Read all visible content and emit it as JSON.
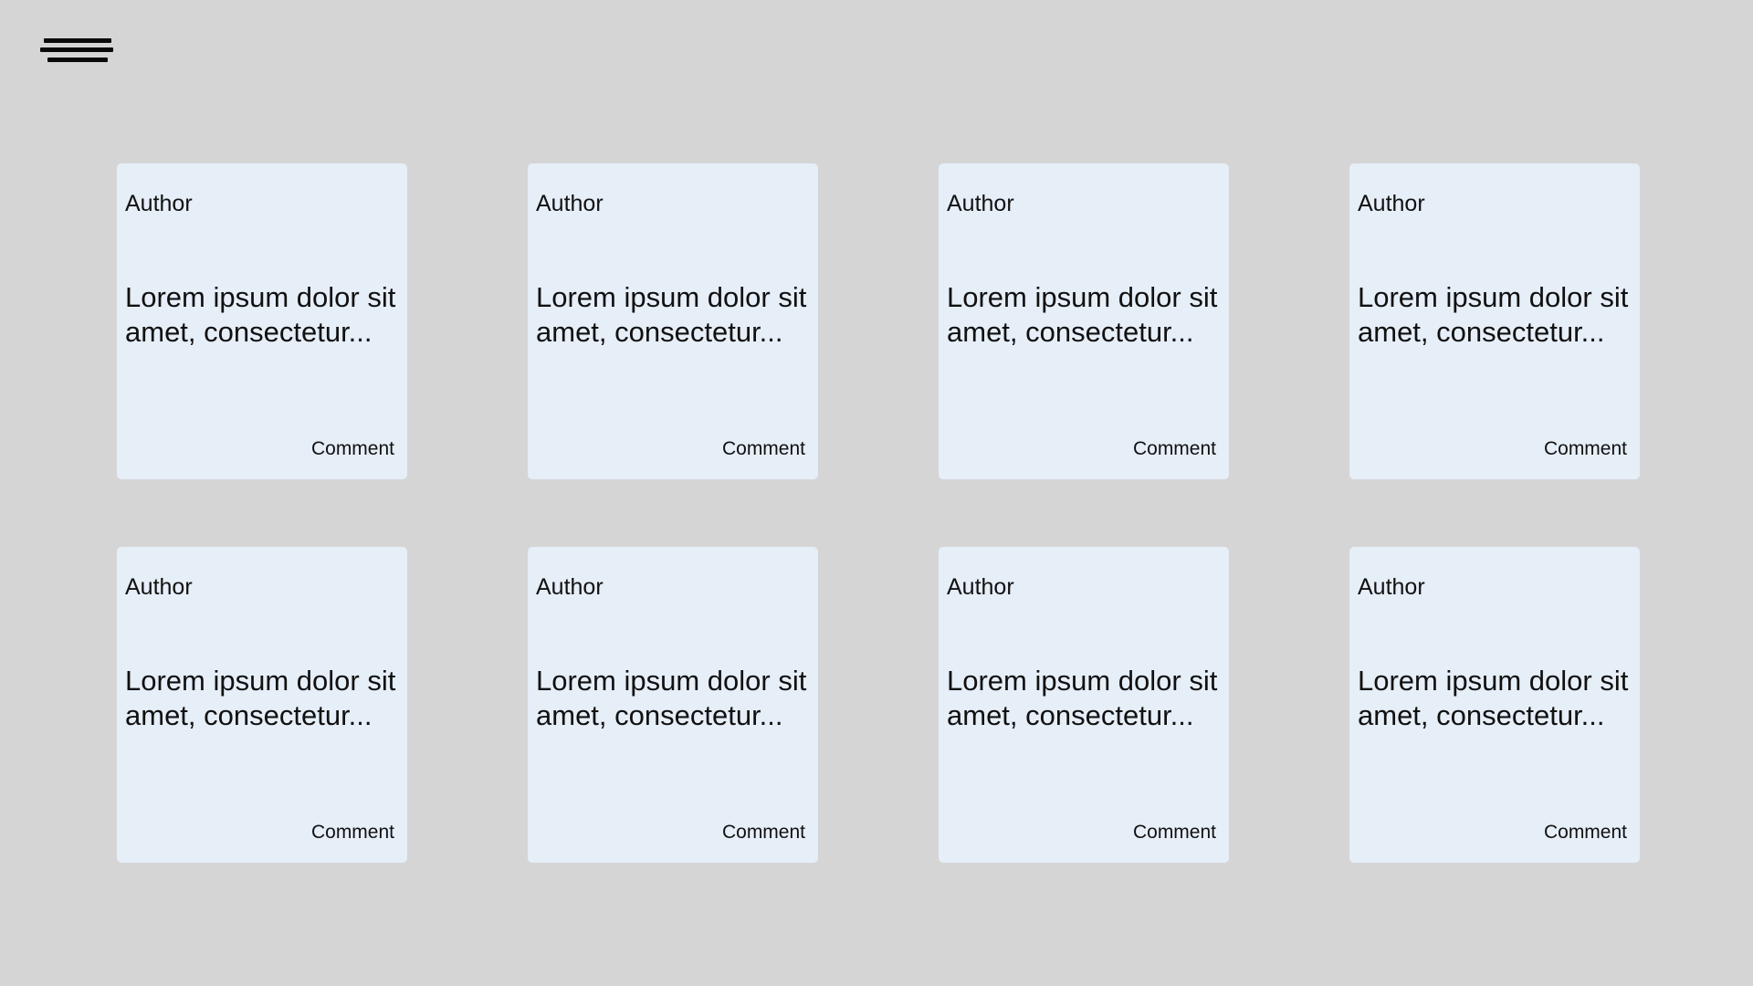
{
  "header": {
    "menu_icon": "hamburger-menu-icon"
  },
  "colors": {
    "background": "#d5d5d5",
    "card": "#e6eef8",
    "text": "#111111"
  },
  "cards": [
    {
      "author": "Author",
      "excerpt": "Lorem ipsum dolor sit amet, consectetur...",
      "comment_label": "Comment"
    },
    {
      "author": "Author",
      "excerpt": "Lorem ipsum dolor sit amet, consectetur...",
      "comment_label": "Comment"
    },
    {
      "author": "Author",
      "excerpt": "Lorem ipsum dolor sit amet, consectetur...",
      "comment_label": "Comment"
    },
    {
      "author": "Author",
      "excerpt": "Lorem ipsum dolor sit amet, consectetur...",
      "comment_label": "Comment"
    },
    {
      "author": "Author",
      "excerpt": "Lorem ipsum dolor sit amet, consectetur...",
      "comment_label": "Comment"
    },
    {
      "author": "Author",
      "excerpt": "Lorem ipsum dolor sit amet, consectetur...",
      "comment_label": "Comment"
    },
    {
      "author": "Author",
      "excerpt": "Lorem ipsum dolor sit amet, consectetur...",
      "comment_label": "Comment"
    },
    {
      "author": "Author",
      "excerpt": "Lorem ipsum dolor sit amet, consectetur...",
      "comment_label": "Comment"
    }
  ]
}
